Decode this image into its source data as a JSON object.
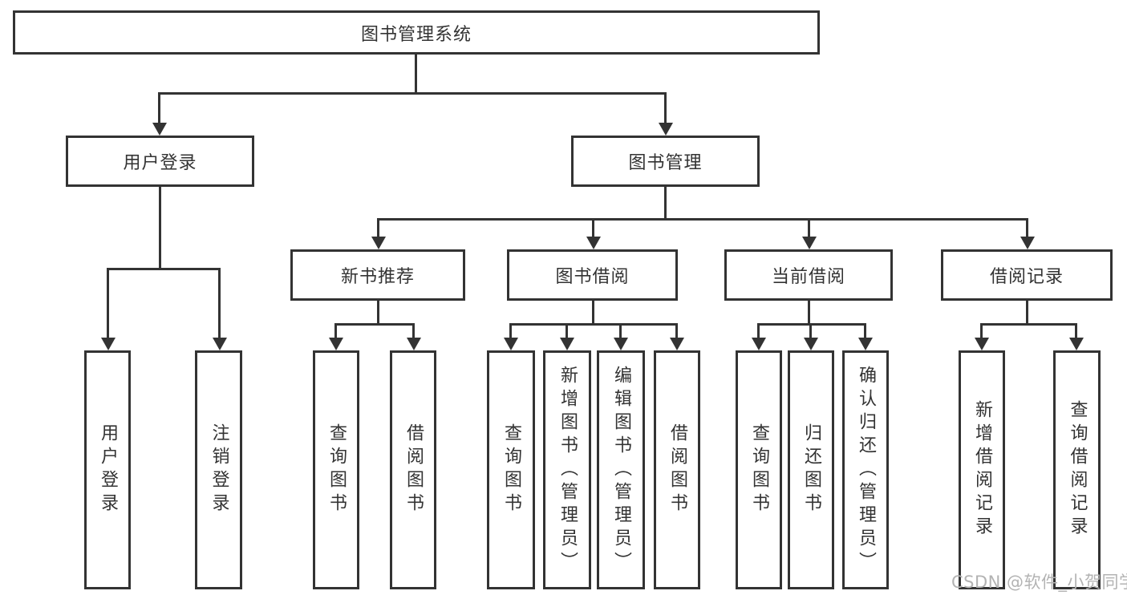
{
  "tree": {
    "label": "图书管理系统",
    "children": [
      {
        "label": "用户登录",
        "children": [
          {
            "label": "用户登录"
          },
          {
            "label": "注销登录"
          }
        ]
      },
      {
        "label": "图书管理",
        "children": [
          {
            "label": "新书推荐",
            "children": [
              {
                "label": "查询图书"
              },
              {
                "label": "借阅图书"
              }
            ]
          },
          {
            "label": "图书借阅",
            "children": [
              {
                "label": "查询图书"
              },
              {
                "label": "新增图书（管理员）"
              },
              {
                "label": "编辑图书（管理员）"
              },
              {
                "label": "借阅图书"
              }
            ]
          },
          {
            "label": "当前借阅",
            "children": [
              {
                "label": "查询图书"
              },
              {
                "label": "归还图书"
              },
              {
                "label": "确认归还（管理员）"
              }
            ]
          },
          {
            "label": "借阅记录",
            "children": [
              {
                "label": "新增借阅记录"
              },
              {
                "label": "查询借阅记录"
              }
            ]
          }
        ]
      }
    ]
  },
  "watermark": {
    "text": "CSDN @软件_小贺同学"
  },
  "colors": {
    "line": "#333333",
    "text": "#333333",
    "box_background": "#ffffff",
    "page_background": "#ffffff",
    "watermark": "#b3b3b3"
  }
}
